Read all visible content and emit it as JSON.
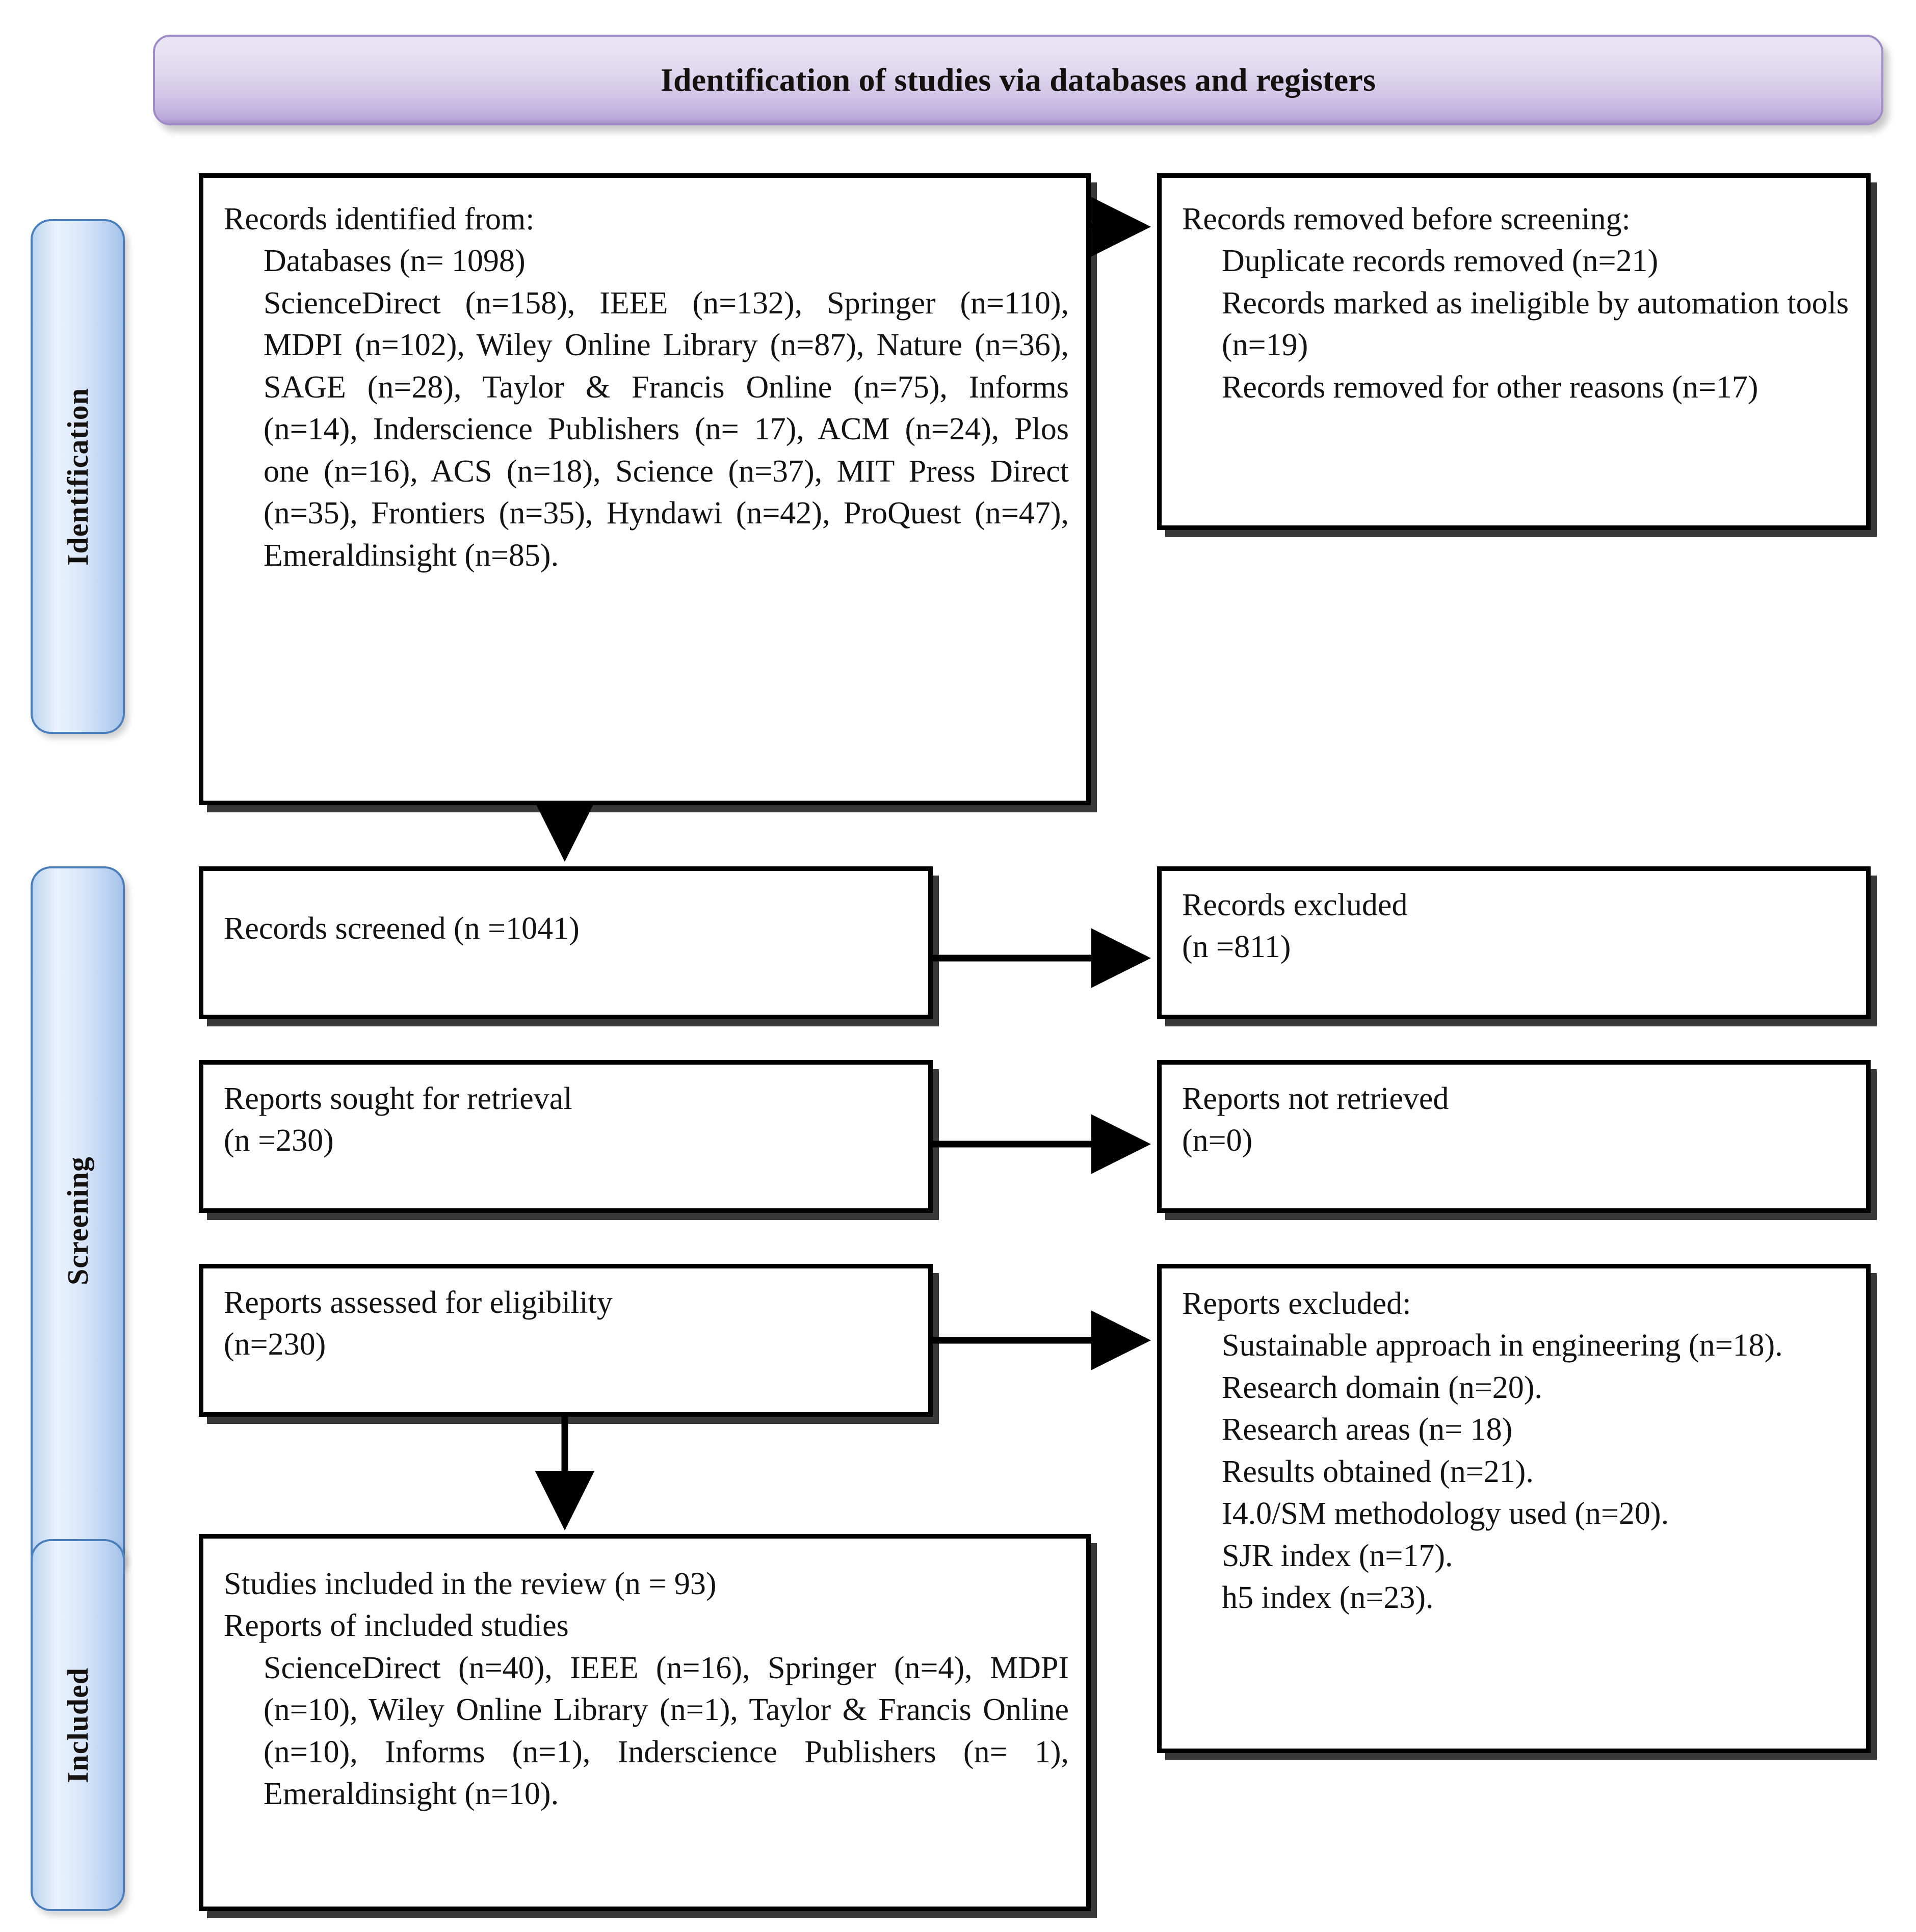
{
  "header": {
    "title": "Identification of studies via databases and registers"
  },
  "stages": [
    {
      "id": "identification",
      "label": "Identification"
    },
    {
      "id": "screening",
      "label": "Screening"
    },
    {
      "id": "included",
      "label": "Included"
    }
  ],
  "boxes": {
    "records_identified": {
      "title": "Records identified from:",
      "line_databases": "Databases (n= 1098)",
      "sources_paragraph": "ScienceDirect (n=158), IEEE (n=132), Springer (n=110), MDPI (n=102), Wiley Online Library (n=87), Nature (n=36), SAGE (n=28), Taylor & Francis Online (n=75), Informs (n=14), Inderscience Publishers (n= 17), ACM (n=24), Plos one (n=16), ACS (n=18), Science (n=37), MIT Press Direct (n=35), Frontiers (n=35), Hyndawi (n=42), ProQuest (n=47), Emeraldinsight (n=85)."
    },
    "records_removed": {
      "title": "Records removed before screening:",
      "item_duplicates": "Duplicate records removed (n=21)",
      "item_ineligible": "Records marked as ineligible by automation tools (n=19)",
      "item_other": "Records removed for other reasons (n=17)"
    },
    "records_screened": {
      "line1": "Records screened (n =1041)"
    },
    "records_excluded": {
      "line1": "Records excluded",
      "line2": "(n =811)"
    },
    "reports_sought": {
      "line1": "Reports sought for retrieval",
      "line2": "(n =230)"
    },
    "reports_not_retrieved": {
      "line1": "Reports not retrieved",
      "line2": "(n=0)"
    },
    "reports_assessed": {
      "line1": "Reports assessed for eligibility",
      "line2": "(n=230)"
    },
    "reports_excluded": {
      "title": "Reports excluded:",
      "item_sustainable": "Sustainable approach in engineering (n=18).",
      "item_domain": "Research domain (n=20).",
      "item_areas": "Research areas (n= 18)",
      "item_results": "Results obtained (n=21).",
      "item_methodology": "I4.0/SM methodology used (n=20).",
      "item_sjr": "SJR index (n=17).",
      "item_h5": "h5 index (n=23)."
    },
    "studies_included": {
      "line1": "Studies included in the review (n = 93)",
      "line2": "Reports of included studies",
      "sources_paragraph": "ScienceDirect (n=40), IEEE (n=16), Springer (n=4), MDPI (n=10), Wiley Online Library (n=1), Taylor & Francis Online (n=10), Informs (n=1), Inderscience Publishers (n= 1), Emeraldinsight (n=10)."
    }
  },
  "colors": {
    "header_gradient_top": "#e9e5f4",
    "header_gradient_bottom": "#a793cc",
    "header_border": "#9f8bc6",
    "stage_border": "#4a7ebb",
    "stage_fill_light": "#e9f1fc",
    "stage_fill_dark": "#a4c2e9",
    "box_border": "#000000",
    "text": "#131313",
    "connector": "#000000"
  },
  "connectors": [
    {
      "name": "identified-to-removed",
      "direction": "right"
    },
    {
      "name": "identified-to-screened",
      "direction": "down"
    },
    {
      "name": "screened-to-excluded",
      "direction": "right"
    },
    {
      "name": "sought-to-not-retrieved",
      "direction": "right"
    },
    {
      "name": "assessed-to-excluded",
      "direction": "right"
    },
    {
      "name": "assessed-to-included",
      "direction": "down"
    }
  ]
}
